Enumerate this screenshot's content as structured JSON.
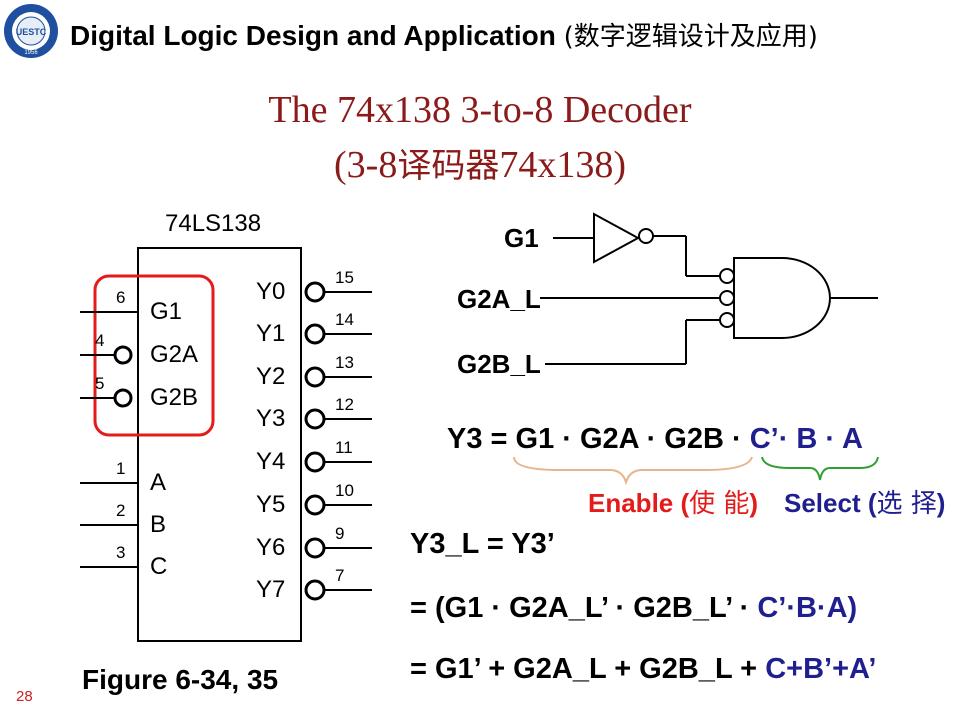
{
  "header": {
    "title": "Digital Logic Design and Application",
    "title_cn": "(数字逻辑设计及应用)",
    "logo_name": "uestc-logo",
    "logo_text": "UESTC",
    "logo_year": "1956"
  },
  "slide_title": {
    "line1": "The 74x138 3-to-8 Decoder",
    "line2_a": "(3-8",
    "line2_cn": "译码器",
    "line2_b": "74x138)"
  },
  "chip": {
    "name": "74LS138",
    "inputs": [
      {
        "label": "G1",
        "pin": "6"
      },
      {
        "label": "G2A",
        "pin": "4"
      },
      {
        "label": "G2B",
        "pin": "5"
      },
      {
        "label": "A",
        "pin": "1"
      },
      {
        "label": "B",
        "pin": "2"
      },
      {
        "label": "C",
        "pin": "3"
      }
    ],
    "outputs": [
      {
        "label": "Y0",
        "pin": "15"
      },
      {
        "label": "Y1",
        "pin": "14"
      },
      {
        "label": "Y2",
        "pin": "13"
      },
      {
        "label": "Y3",
        "pin": "12"
      },
      {
        "label": "Y4",
        "pin": "11"
      },
      {
        "label": "Y5",
        "pin": "10"
      },
      {
        "label": "Y6",
        "pin": "9"
      },
      {
        "label": "Y7",
        "pin": "7"
      }
    ]
  },
  "gate_diagram": {
    "input_g1": "G1",
    "input_g2a": "G2A_L",
    "input_g2b": "G2B_L"
  },
  "equations": {
    "y3_black": "Y3 = G1 · G2A · G2B · ",
    "y3_blue": "C’· B · A",
    "enable_label": "Enable (",
    "enable_cn": "使 能",
    "enable_close": ")",
    "select_label": "Select (",
    "select_cn": "选 择",
    "select_close": ")",
    "y3l": "Y3_L = Y3’",
    "line2_black": "= (G1 · G2A_L’ · G2B_L’ · ",
    "line2_blue": "C’·B·A)",
    "line3_black": "= G1’ + G2A_L + G2B_L + ",
    "line3_blue": "C+B’+A’"
  },
  "figure_caption": "Figure 6-34, 35",
  "page_number": "28",
  "colors": {
    "title": "#8b1a1a",
    "highlight_box": "#e31b1b",
    "enable": "#e31b1b",
    "select": "#1f1f8f",
    "enable_brace": "#e8b48a",
    "select_brace": "#2fa02f"
  }
}
